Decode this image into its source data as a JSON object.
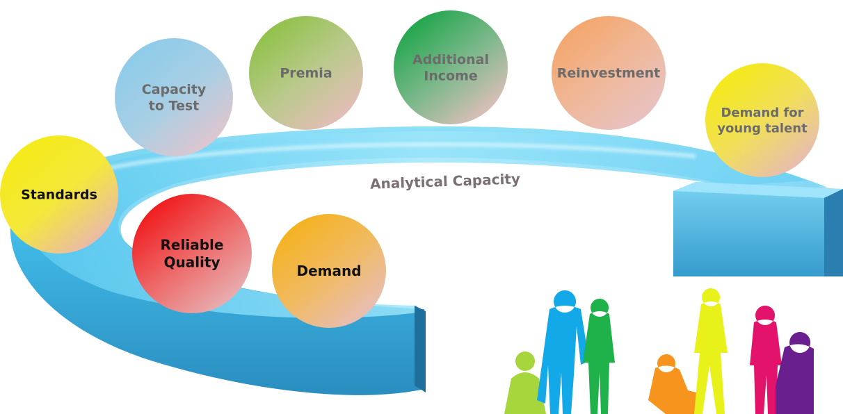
{
  "diagram": {
    "ring_label": "Analytical Capacity",
    "circles": [
      {
        "id": "standards",
        "lines": [
          "Standards"
        ],
        "grad": [
          "#f5ea16",
          "#f4e83a",
          "#e9b3b8"
        ],
        "text_color": "#111111"
      },
      {
        "id": "capacity-to-test",
        "lines": [
          "Capacity",
          "to Test"
        ],
        "grad": [
          "#8ccbea",
          "#a8cfe4",
          "#e6c4cc"
        ],
        "text_color": "#6b6b6b"
      },
      {
        "id": "premia",
        "lines": [
          "Premia"
        ],
        "grad": [
          "#8fc147",
          "#b9c98b",
          "#e8bcbc"
        ],
        "text_color": "#6b6b6b"
      },
      {
        "id": "additional-income",
        "lines": [
          "Additional",
          "Income"
        ],
        "grad": [
          "#1ea64b",
          "#7bb88a",
          "#e6bfbf"
        ],
        "text_color": "#6b6b6b"
      },
      {
        "id": "reinvestment",
        "lines": [
          "Reinvestment"
        ],
        "grad": [
          "#f4a66b",
          "#efb89a",
          "#e7c3c6"
        ],
        "text_color": "#6b6b6b"
      },
      {
        "id": "demand-for-young-talent",
        "lines": [
          "Demand for",
          "young talent"
        ],
        "grad": [
          "#f5ea16",
          "#f1df5a",
          "#e6b8bc"
        ],
        "text_color": "#6b6b6b"
      },
      {
        "id": "reliable-quality",
        "lines": [
          "Reliable",
          "Quality"
        ],
        "grad": [
          "#f0181b",
          "#ee6a6a",
          "#e6b7b9"
        ],
        "text_color": "#111111"
      },
      {
        "id": "demand",
        "lines": [
          "Demand"
        ],
        "grad": [
          "#f5b21e",
          "#f0ba62",
          "#e7bebf"
        ],
        "text_color": "#111111"
      }
    ]
  },
  "people": [
    {
      "id": "person-lime-child",
      "color": "#a6d63b"
    },
    {
      "id": "person-blue-man",
      "color": "#13a9e8"
    },
    {
      "id": "person-green-woman",
      "color": "#1fb24a"
    },
    {
      "id": "person-orange-sitting",
      "color": "#f7941d"
    },
    {
      "id": "person-yellow-walking",
      "color": "#e8f21a"
    },
    {
      "id": "person-pink-woman",
      "color": "#e3136b"
    },
    {
      "id": "person-purple-crouching",
      "color": "#6a1f8e"
    }
  ]
}
